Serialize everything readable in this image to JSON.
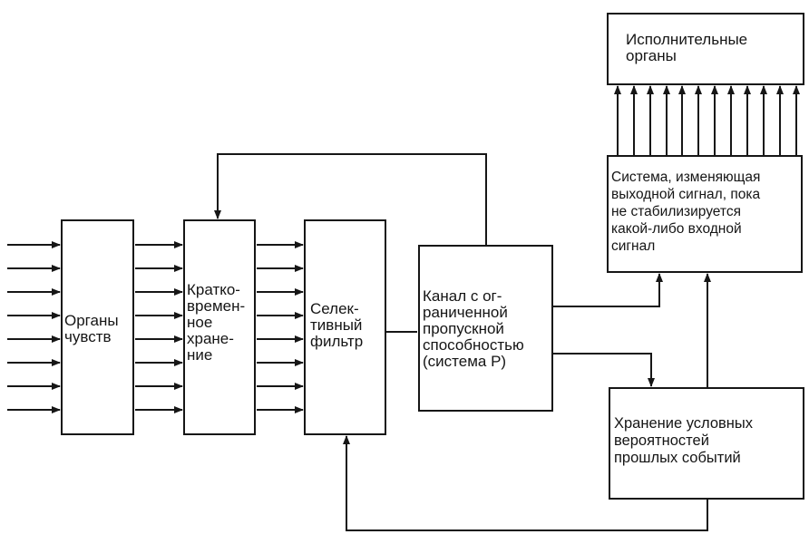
{
  "blocks": {
    "sense_organs": "Органы\nчувств",
    "short_term_storage": "Кратко-\nвремен-\nное\nхране-\nние",
    "selective_filter": "Селек-\nтивный\nфильтр",
    "limited_channel": "Канал с ог-\nраниченной\nпропускной\nспособностью\n(система P)",
    "output_adjusting_system": "Система, изменяющая\nвыходной сигнал, пока\nне стабилизируется\nкакой-либо входной\nсигнал",
    "effectors": "Исполнительные\nорганы",
    "conditional_probability_store": "Хранение условных\nвероятностей\nпрошлых событий"
  },
  "colors": {
    "line": "#161616",
    "box_fill": "#ffffff",
    "background": "#ffffff"
  }
}
